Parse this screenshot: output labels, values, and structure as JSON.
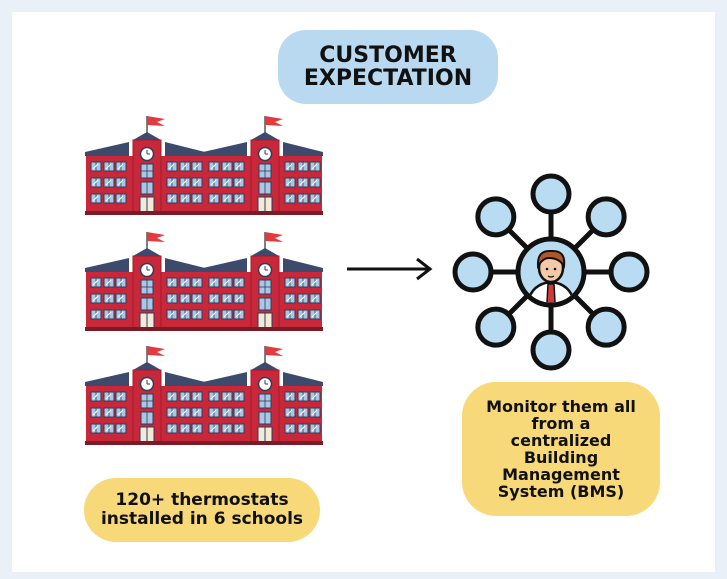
{
  "header": {
    "title_lines": [
      "CUSTOMER",
      "EXPECTATION"
    ]
  },
  "schools": {
    "count": 6,
    "caption_lines": [
      "120+ thermostats",
      "installed in 6 schools"
    ]
  },
  "bms": {
    "caption_lines": [
      "Monitor them all",
      "from a",
      "centralized",
      "Building",
      "Management",
      "System (BMS)"
    ],
    "node_count": 8
  },
  "colors": {
    "background": "#e9f0f7",
    "title_pill": "#b9d9f1",
    "caption_pill": "#f7d97a",
    "building_red": "#c8283a",
    "roof_navy": "#3e4a6b",
    "node_fill": "#b9dcf3"
  },
  "icons": {
    "school": "school-building-icon",
    "arrow": "arrow-right-icon",
    "network": "network-person-icon"
  }
}
